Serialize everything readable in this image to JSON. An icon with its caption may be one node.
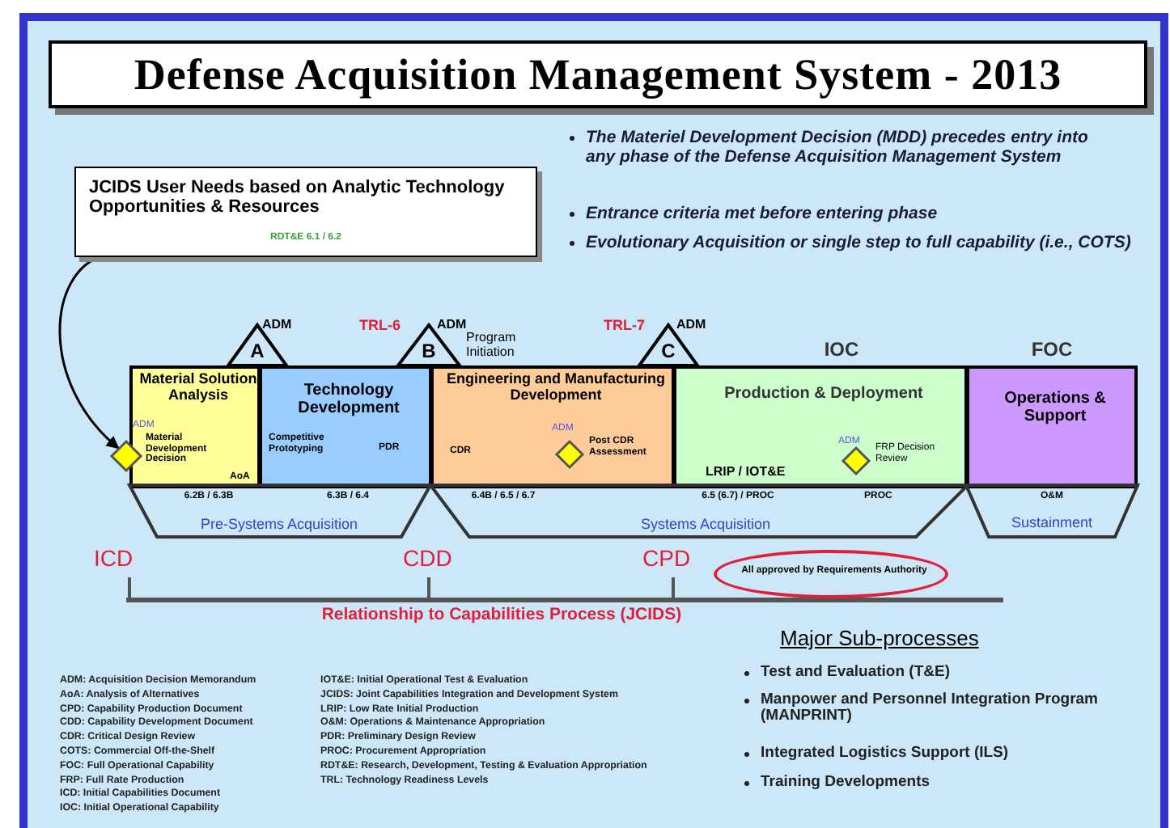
{
  "diagram": {
    "nodes": [
      {
        "text": [
          "Defense Acquisition Management System - 2013"
        ]
      },
      {
        "text": [
          "JCIDS User Needs based on Analytic Technology Opportunities & Resources",
          "RDT&E 6.1 / 6.2"
        ]
      },
      {
        "text": [
          "A"
        ],
        "beside": [
          "ADM"
        ]
      },
      {
        "text": [
          "B"
        ],
        "beside": [
          "TRL-6",
          "ADM",
          "Program Initiation"
        ]
      },
      {
        "text": [
          "C"
        ],
        "beside": [
          "TRL-7",
          "ADM"
        ]
      },
      {
        "text": [
          "Material Solution Analysis",
          "AoA"
        ]
      },
      {
        "text": [],
        "shape": "diamond",
        "beside": [
          "ADM",
          "Material Development Decision"
        ]
      },
      {
        "text": [
          "Technology Development",
          "Competitive Prototyping",
          "PDR"
        ]
      },
      {
        "text": [
          "Engineering and Manufacturing Development",
          "CDR"
        ]
      },
      {
        "text": [],
        "shape": "diamond",
        "in": 8,
        "beside": [
          "ADM",
          "Post CDR Assessment"
        ]
      },
      {
        "text": [
          "Production & Deployment",
          "LRIP / IOT&E"
        ],
        "beside": [
          "IOC"
        ]
      },
      {
        "text": [],
        "shape": "diamond",
        "in": 10,
        "beside": [
          "ADM",
          "FRP Decision Review"
        ]
      },
      {
        "text": [
          "Operations & Support"
        ],
        "beside": [
          "FOC"
        ]
      },
      {
        "text": [
          "6.2B / 6.3B",
          "6.3B / 6.4",
          "Pre-Systems Acquisition"
        ]
      },
      {
        "text": [
          "6.4B / 6.5 / 6.7",
          "6.5 (6.7) / PROC",
          "PROC",
          "Systems Acquisition"
        ]
      },
      {
        "text": [
          "O&M",
          "Sustainment"
        ]
      },
      {
        "text": [
          "All approved by Requirements Authority"
        ]
      }
    ],
    "edges": [
      {
        "from": 1,
        "to": 6,
        "arrow": "to"
      }
    ],
    "labels": [
      "The Materiel Development Decision (MDD) precedes entry into any phase of the Defense Acquisition Management System",
      "Entrance criteria met before entering phase",
      "Evolutionary Acquisition or single step to full capability (i.e., COTS)",
      "ICD",
      "CDD",
      "CPD",
      "Relationship to Capabilities Process (JCIDS)",
      "Major Sub-processes",
      "Test and Evaluation (T&E)",
      "Manpower and Personnel Integration Program (MANPRINT)",
      "Integrated Logistics Support (ILS)",
      "Training Developments",
      "ADM: Acquisition Decision Memorandum",
      "AoA: Analysis of Alternatives",
      "CPD: Capability Production Document",
      "CDD: Capability Development Document",
      "CDR: Critical Design Review",
      "COTS: Commercial Off-the-Shelf",
      "FOC: Full Operational Capability",
      "FRP: Full Rate Production",
      "ICD: Initial Capabilities Document",
      "IOC: Initial Operational Capability",
      "IOT&E: Initial Operational Test & Evaluation",
      "JCIDS: Joint Capabilities Integration and Development System",
      "LRIP: Low Rate Initial Production",
      "O&M: Operations & Maintenance Appropriation",
      "PDR: Preliminary Design Review",
      "PROC: Procurement Appropriation",
      "RDT&E: Research, Development, Testing & Evaluation Appropriation",
      "TRL: Technology Readiness Levels"
    ]
  }
}
